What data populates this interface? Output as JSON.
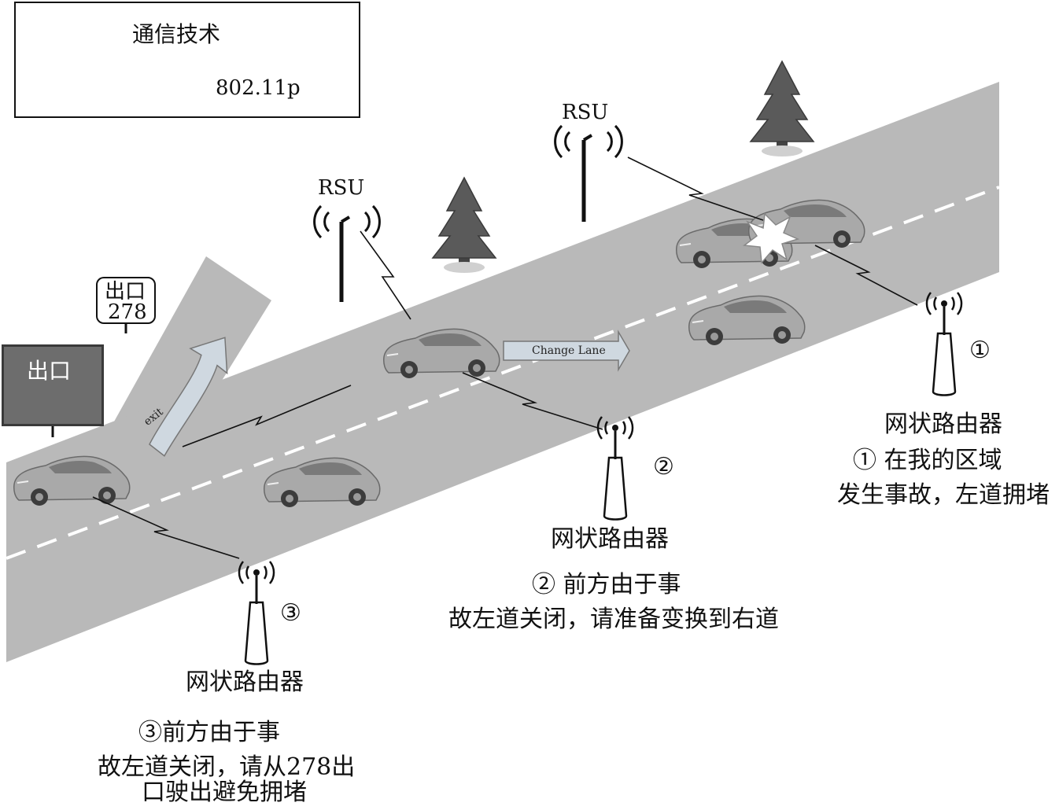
{
  "legend": {
    "title": "通信技术",
    "link_label": "802.11p"
  },
  "exit_sign": {
    "label": "出口"
  },
  "exit_tag": {
    "line1": "出口",
    "line2": "278"
  },
  "road_labels": {
    "exit_arrow": "exit",
    "change_lane": "Change Lane"
  },
  "rsu": [
    {
      "label": "RSU"
    },
    {
      "label": "RSU"
    }
  ],
  "routers": [
    {
      "number": "①",
      "label": "网状路由器"
    },
    {
      "number": "②",
      "label": "网状路由器"
    },
    {
      "number": "③",
      "label": "网状路由器"
    }
  ],
  "messages": {
    "m1": [
      "① 在我的区域",
      "发生事故，左道拥堵"
    ],
    "m2": [
      "② 前方由于事",
      "故左道关闭，请准备变换到右道"
    ],
    "m3": [
      "③前方由于事",
      "故左道关闭，请从278出",
      "口驶出避免拥堵"
    ]
  },
  "colors": {
    "road": "#b9b9b9",
    "lane_dash": "#ffffff",
    "sign": "#6d6d6d",
    "car": "#a9a9a9",
    "tree": "#5a5a5a"
  }
}
